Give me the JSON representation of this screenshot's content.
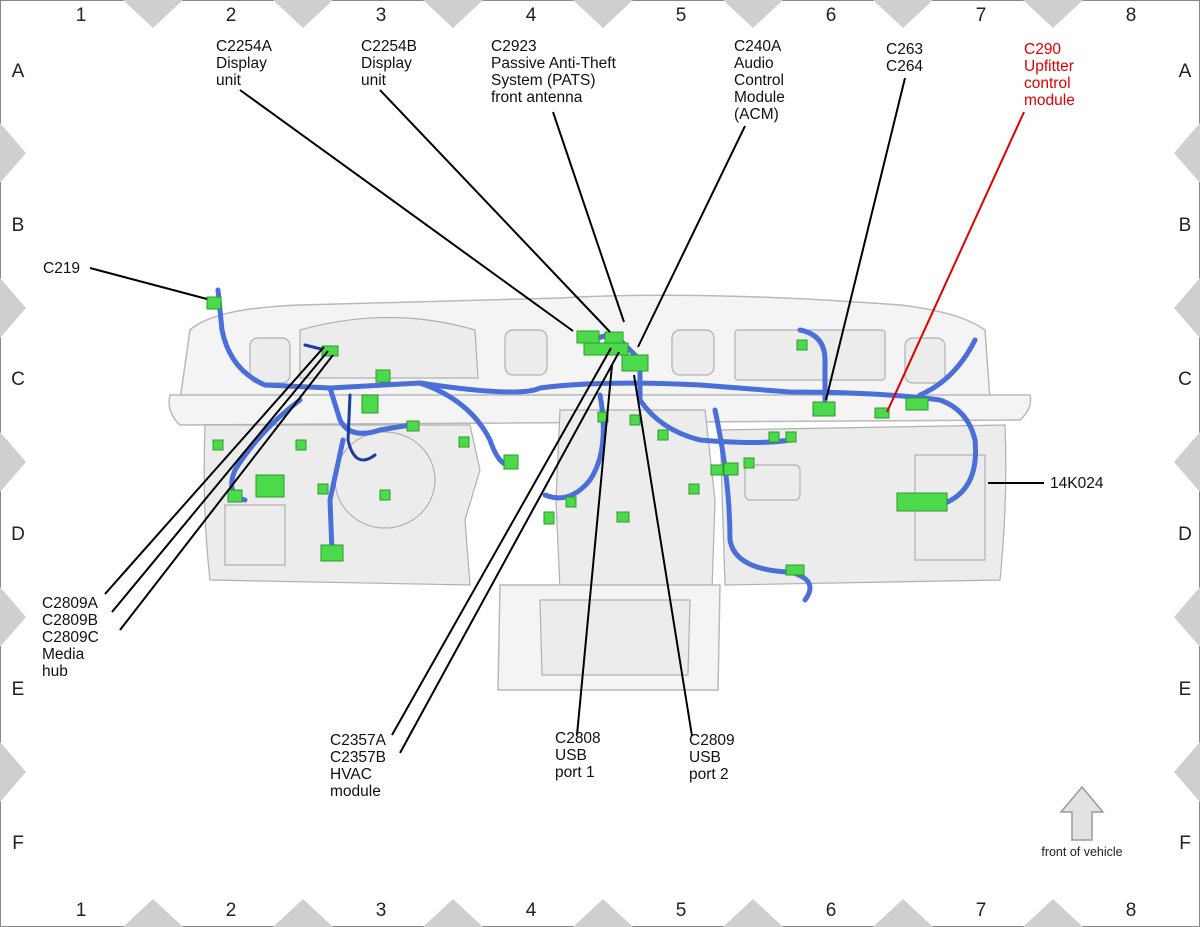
{
  "grid": {
    "columns": [
      "1",
      "2",
      "3",
      "4",
      "5",
      "6",
      "7",
      "8"
    ],
    "rows": [
      "A",
      "B",
      "C",
      "D",
      "E",
      "F"
    ]
  },
  "labels": {
    "c219": [
      "C219"
    ],
    "c2254a": [
      "C2254A",
      "Display",
      "unit"
    ],
    "c2254b": [
      "C2254B",
      "Display",
      "unit"
    ],
    "c2923": [
      "C2923",
      "Passive Anti-Theft",
      "System (PATS)",
      "front antenna"
    ],
    "c240a": [
      "C240A",
      "Audio",
      "Control",
      "Module",
      "(ACM)"
    ],
    "c263": [
      "C263",
      "C264"
    ],
    "c290": [
      "C290",
      "Upfitter",
      "control",
      "module"
    ],
    "k14k024": [
      "14K024"
    ],
    "c2809": [
      "C2809A",
      "C2809B",
      "C2809C",
      "Media",
      "hub"
    ],
    "c2357": [
      "C2357A",
      "C2357B",
      "HVAC",
      "module"
    ],
    "c2808": [
      "C2808",
      "USB",
      "port 1"
    ],
    "c2809usb": [
      "C2809",
      "USB",
      "port 2"
    ]
  },
  "front_indicator": {
    "label": "front of vehicle",
    "icon": "up-arrow-icon"
  },
  "colors": {
    "harness": "#4a6fd8",
    "connector": "#4cd94c",
    "highlight": "#e00000"
  }
}
